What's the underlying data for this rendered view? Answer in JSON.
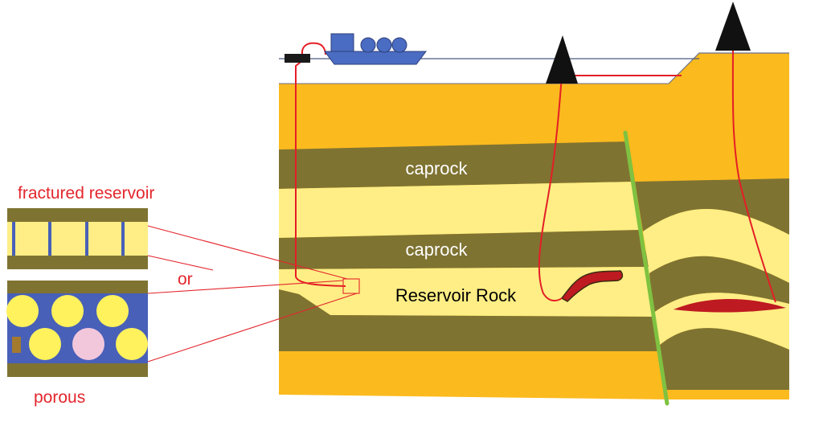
{
  "labels": {
    "caprock_upper": "caprock",
    "caprock_lower": "caprock",
    "reservoir_rock": "Reservoir Rock",
    "fractured_reservoir": "fractured reservoir",
    "or": "or",
    "porous": "porous"
  },
  "colors": {
    "sand_orange": "#FBBA1E",
    "olive_layer": "#7F7332",
    "light_yellow": "#FEEE85",
    "pore_blue": "#4860B8",
    "grain_yellow": "#FFF25C",
    "grain_pink": "#F2C7DC",
    "well_red": "#E41E26",
    "oil_dark_red": "#BE1A21",
    "fault_green": "#7FC241",
    "ship_blue": "#4A6CC2",
    "rig_black": "#111111",
    "label_white": "#FFFFFF",
    "label_red": "#E3262D",
    "label_black": "#000000"
  },
  "icons": {
    "ship": "tanker-ship-icon",
    "rig_left": "drilling-rig-icon",
    "rig_right": "drilling-rig-icon",
    "wellhead": "subsea-wellhead-icon"
  }
}
